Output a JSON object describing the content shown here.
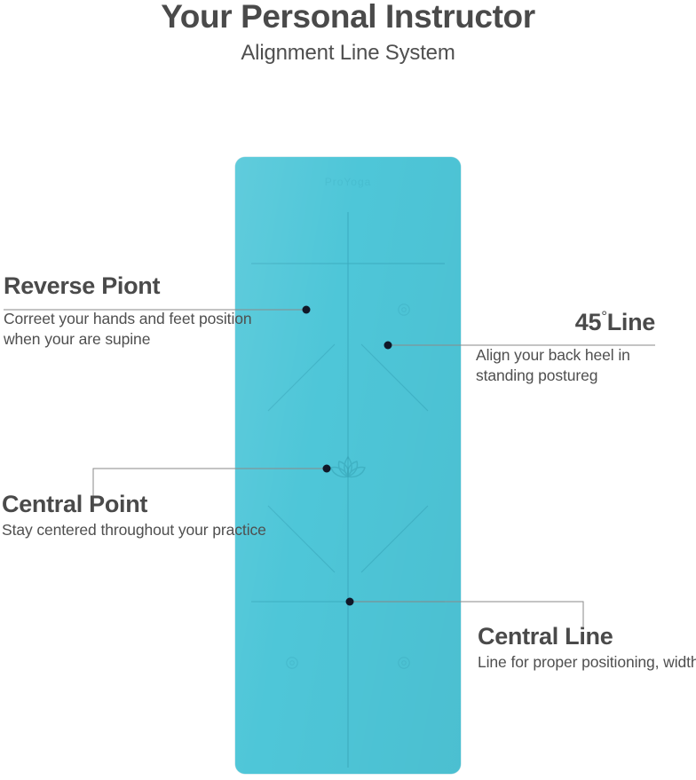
{
  "header": {
    "title": "Your Personal Instructor",
    "subtitle": "Alignment Line System"
  },
  "product": {
    "name": "yoga-mat",
    "mat_color": "#4ec6d8",
    "line_color": "#3aa9bd",
    "emblem": "lotus-flower"
  },
  "callouts": [
    {
      "id": "reverse-point",
      "heading": "Reverse Piont",
      "body": "Correet your hands and feet position when your are supine",
      "side": "left"
    },
    {
      "id": "45-line",
      "heading_number": "45",
      "heading_degree": "°",
      "heading_word": "Line",
      "body": "Align your back heel in standing postureg",
      "side": "right"
    },
    {
      "id": "central-point",
      "heading": "Central Point",
      "body": "Stay centered throughout your practice",
      "side": "left"
    },
    {
      "id": "central-line",
      "heading": "Central Line",
      "body": "Line for proper positioning, width-ways",
      "side": "right"
    }
  ],
  "colors": {
    "heading": "#4a4a4a",
    "body": "#4f4f4f",
    "dot": "#101828",
    "leader": "#8a8a8a"
  }
}
